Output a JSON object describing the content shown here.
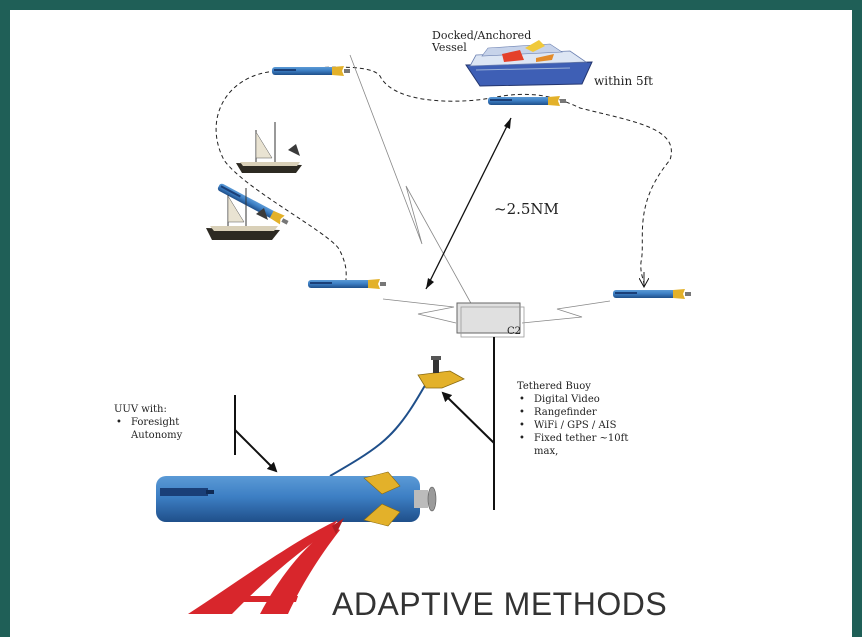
{
  "labels": {
    "vessel": "Docked/Anchored\nVessel",
    "within": "within 5ft",
    "distance": "~2.5NM",
    "c2": "C2",
    "uuv_title": "UUV with:",
    "uuv_items": [
      "Foresight\nAutonomy"
    ],
    "buoy_title": "Tethered Buoy",
    "buoy_items": [
      "Digital Video",
      "Rangefinder",
      "WiFi  / GPS  /  AIS",
      "Fixed tether ~10ft max,"
    ]
  },
  "logo": {
    "text": "ADAPTIVE METHODS",
    "accent_color": "#d8262c"
  },
  "colors": {
    "background": "#1f5f57",
    "uuv_body": "#3d7fc4",
    "fin": "#e3b12a"
  }
}
